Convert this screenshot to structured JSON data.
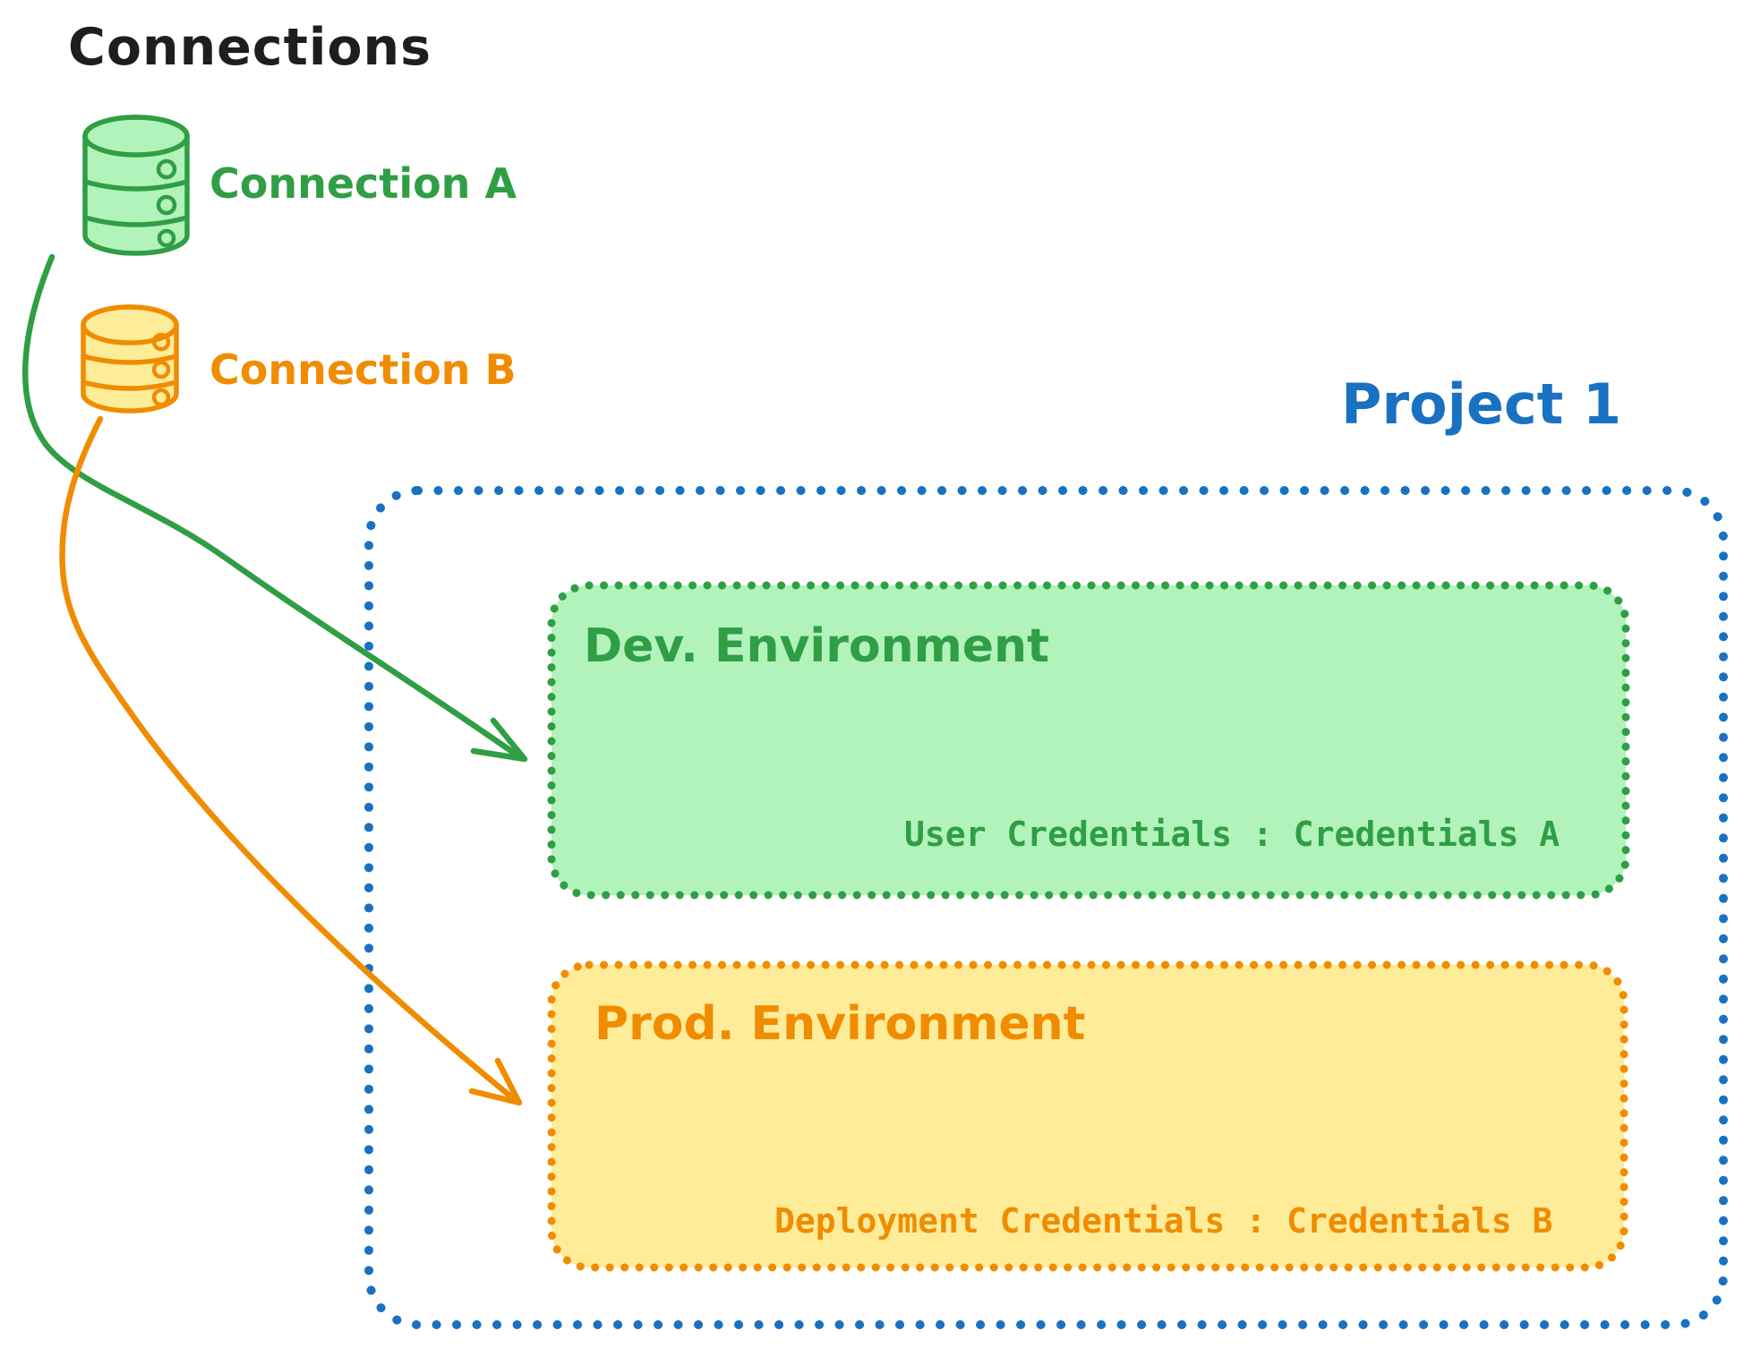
{
  "diagram": {
    "title": "Connections",
    "connections": [
      {
        "label": "Connection A",
        "stroke_color": "#2f9e44",
        "fill_color": "#b2f2bb",
        "icon": "database-icon"
      },
      {
        "label": "Connection B",
        "stroke_color": "#f08c00",
        "fill_color": "#ffec99",
        "icon": "database-icon"
      }
    ],
    "project": {
      "title": "Project 1",
      "border_color": "#1971c2",
      "environments": [
        {
          "name": "Dev. Environment",
          "credentials_label": "User Credentials : Credentials A",
          "stroke_color": "#2f9e44",
          "fill_color": "#b2f2bb",
          "linked_connection": "Connection A"
        },
        {
          "name": "Prod. Environment",
          "credentials_label": "Deployment Credentials : Credentials B",
          "stroke_color": "#f08c00",
          "fill_color": "#ffec99",
          "linked_connection": "Connection B"
        }
      ]
    },
    "colors": {
      "title_text": "#1e1e1e",
      "project_blue": "#1971c2",
      "green_stroke": "#2f9e44",
      "green_fill": "#b2f2bb",
      "orange_stroke": "#f08c00",
      "orange_fill": "#ffec99",
      "background": "#ffffff"
    }
  }
}
